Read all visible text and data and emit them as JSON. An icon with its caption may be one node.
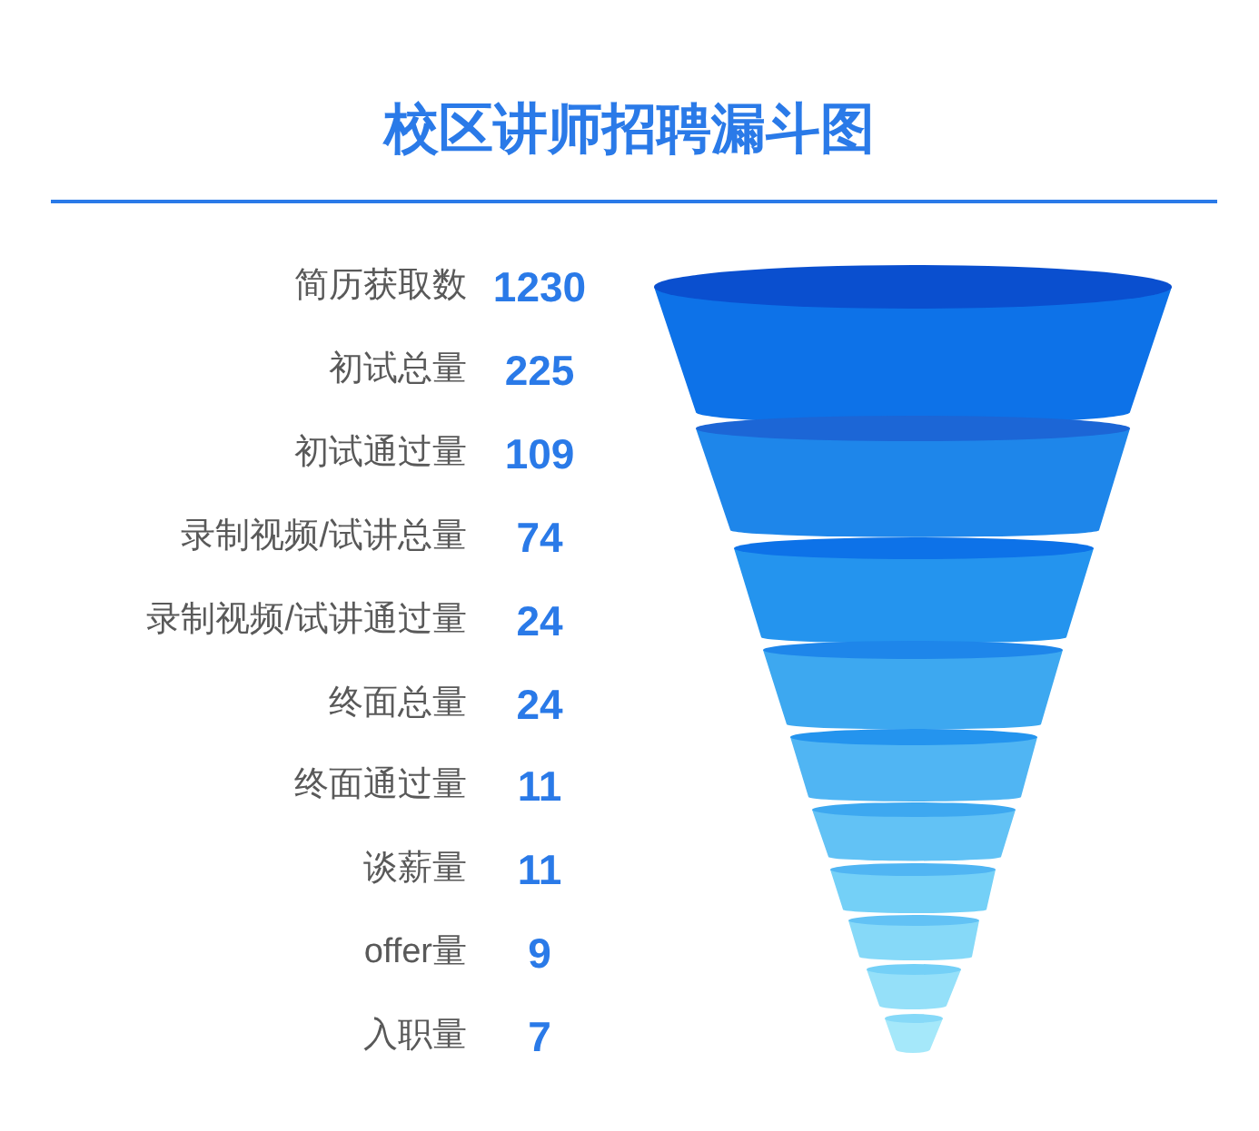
{
  "diagram": {
    "title": "校区讲师招聘漏斗图",
    "labels": [
      "简历获取数",
      "1230",
      "初试总量",
      "225",
      "初试通过量",
      "109",
      "录制视频/试讲总量",
      "74",
      "录制视频/试讲通过量",
      "24",
      "终面总量",
      "24",
      "终面通过量",
      "11",
      "谈薪量",
      "11",
      "offer量",
      "9",
      "入职量",
      "7"
    ]
  }
}
